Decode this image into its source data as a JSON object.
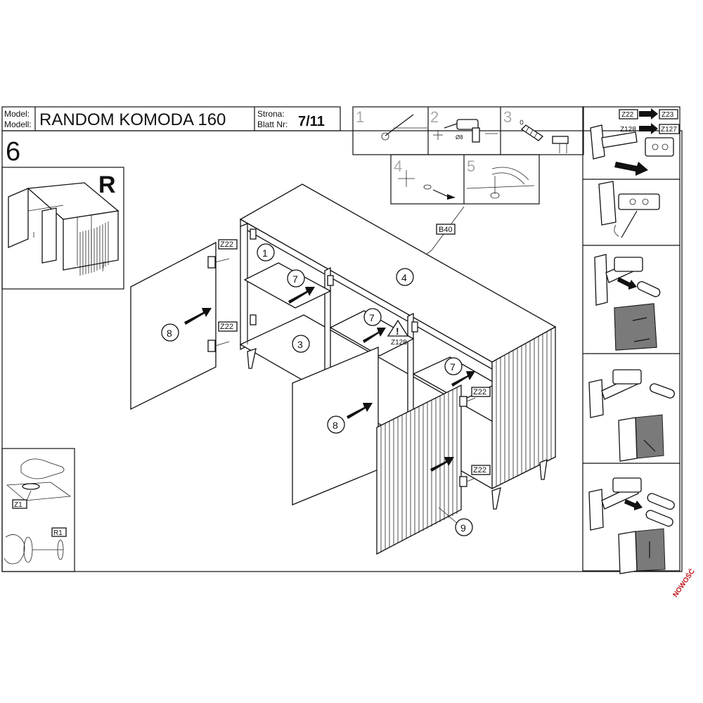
{
  "header": {
    "model_label_pl": "Model:",
    "model_label_de": "Modell:",
    "title": "RANDOM KOMODA 160",
    "page_label_pl": "Strona:",
    "page_label_de": "Blatt Nr:",
    "page_number": "7/11",
    "step_number": "6"
  },
  "overview": {
    "side_mark": "R"
  },
  "tool_steps": [
    "1",
    "2",
    "3",
    "4",
    "5"
  ],
  "tool_labels": {
    "drill_bit": "Ø8"
  },
  "callouts": {
    "b40": "B40",
    "z22": "Z22",
    "z128": "Z128",
    "part_1": "1",
    "part_3": "3",
    "part_4": "4",
    "part_7": "7",
    "part_8": "8",
    "part_9": "9"
  },
  "hinge_legend": {
    "from_a": "Z22",
    "to_a": "Z23",
    "from_b": "Z128",
    "to_b": "Z127"
  },
  "accessories": {
    "pad": "Z1",
    "knob": "R1"
  },
  "stamp": "NOWOŚĆ"
}
